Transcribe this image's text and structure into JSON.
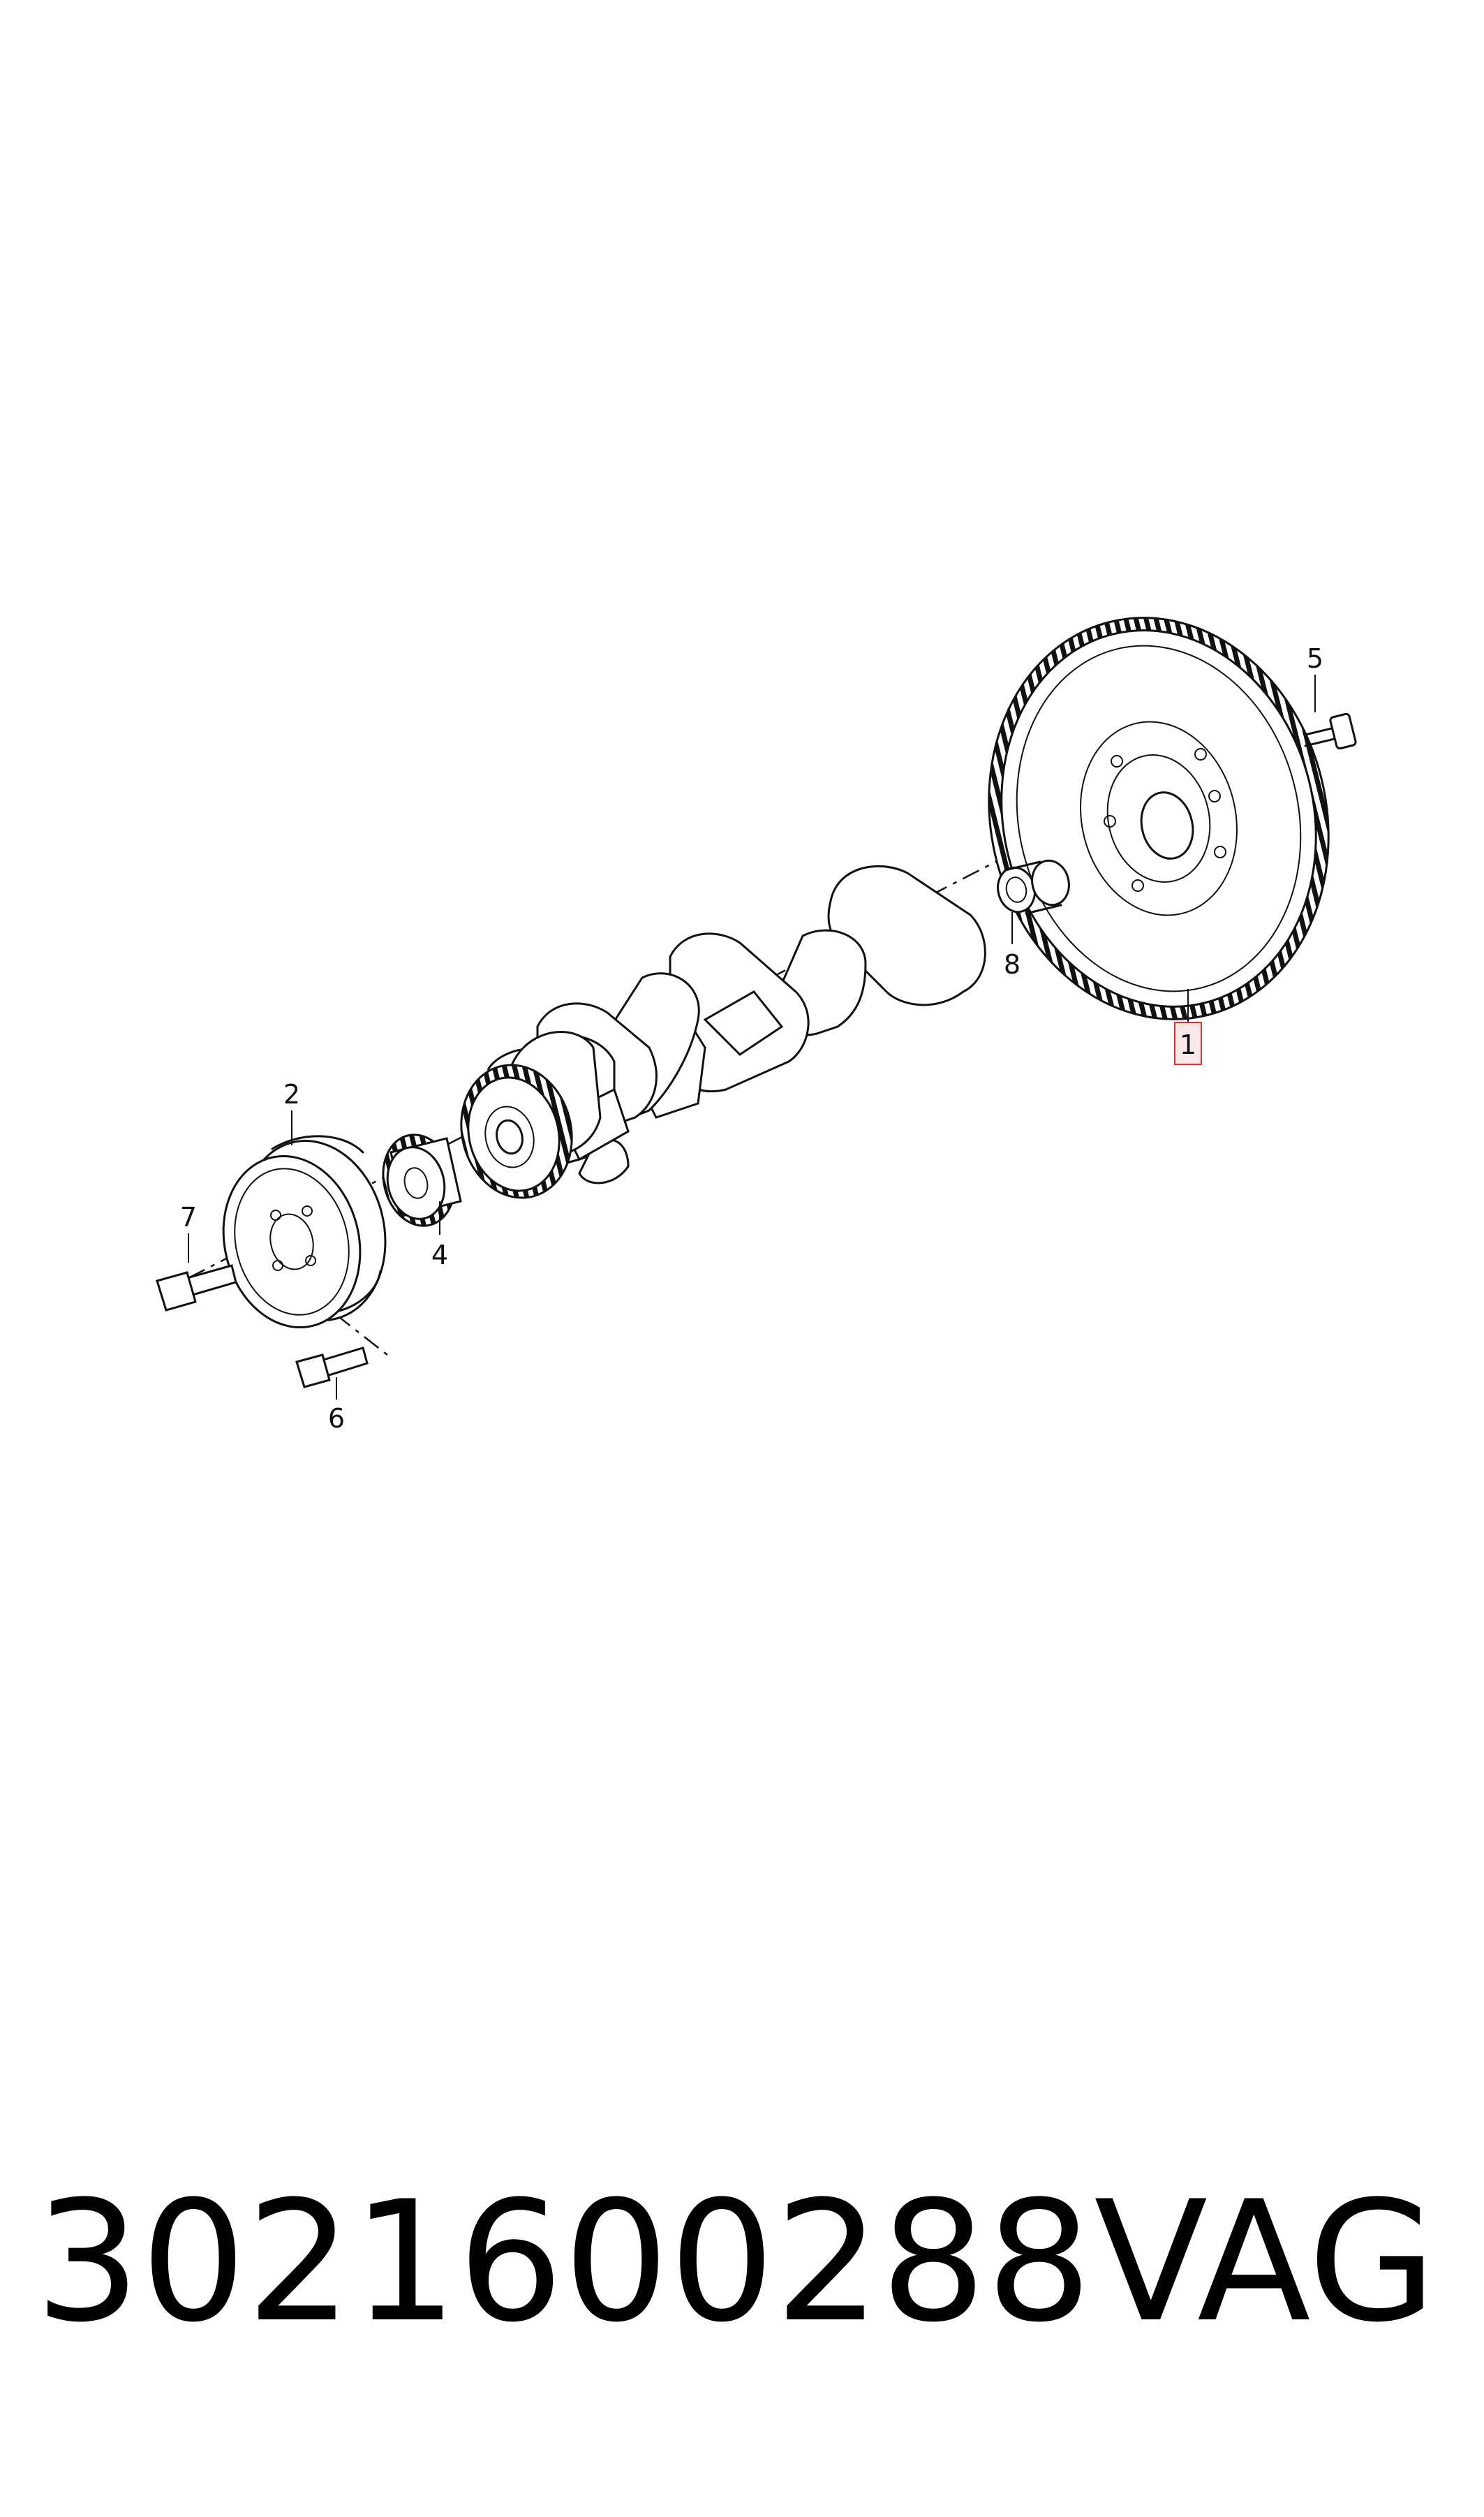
{
  "labels": {
    "l1": "1",
    "l2": "2",
    "l4": "4",
    "l5": "5",
    "l6": "6",
    "l7": "7",
    "l8": "8"
  },
  "highlight_color": "#e03030",
  "footer": {
    "part_number": "3021600288",
    "brand": "VAG"
  }
}
